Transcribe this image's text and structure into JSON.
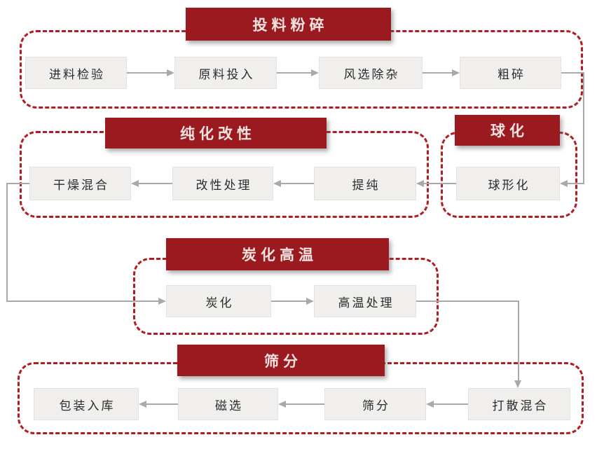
{
  "diagram": {
    "sections": [
      {
        "title": "投料粉碎",
        "steps": [
          "进料检验",
          "原料投入",
          "风选除杂",
          "粗碎"
        ]
      },
      {
        "title": "纯化改性",
        "steps": [
          "干燥混合",
          "改性处理",
          "提纯"
        ]
      },
      {
        "title": "球化",
        "steps": [
          "球形化"
        ]
      },
      {
        "title": "炭化高温",
        "steps": [
          "炭化",
          "高温处理"
        ]
      },
      {
        "title": "筛分",
        "steps": [
          "包装入库",
          "磁选",
          "筛分",
          "打散混合"
        ]
      }
    ]
  },
  "colors": {
    "header_bg": "#9A1A1F",
    "header_text": "#F3E3E0",
    "dash_border": "#B01E24",
    "box_bg": "#F0EFED",
    "box_border": "#E4E2DF",
    "box_text": "#2B2B2B",
    "arrow": "#A9A9A9",
    "canvas_bg": "#FFFFFF"
  }
}
